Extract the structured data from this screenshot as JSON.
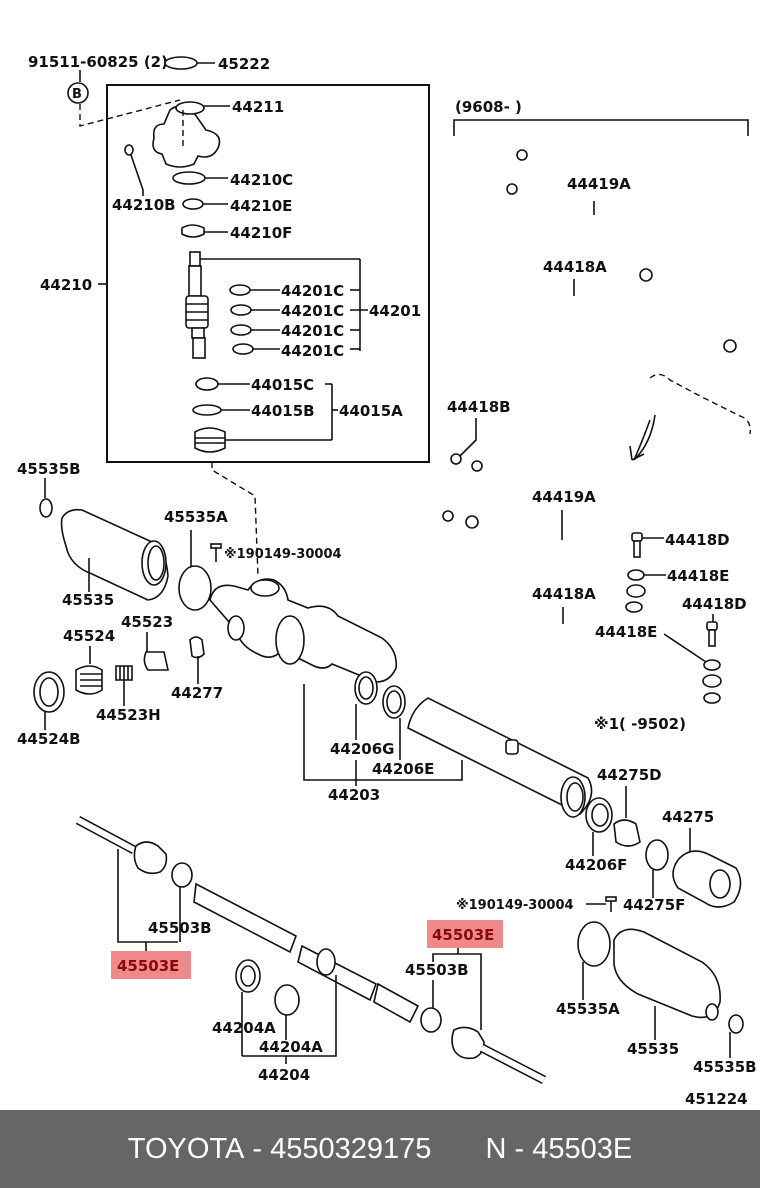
{
  "diagram": {
    "title_ref": "451224",
    "labels": {
      "bolt_ref": "91511-60825 (2)",
      "mark_b": "B",
      "p45222": "45222",
      "p44211": "44211",
      "p44210c": "44210C",
      "p44210b": "44210B",
      "p44210e": "44210E",
      "p44210f": "44210F",
      "p44210": "44210",
      "p44201c_1": "44201C",
      "p44201c_2": "44201C",
      "p44201c_3": "44201C",
      "p44201c_4": "44201C",
      "p44201": "44201",
      "p44015c": "44015C",
      "p44015b": "44015B",
      "p44015a": "44015A",
      "date_range_top": "(9608-        )",
      "p44419a_top": "44419A",
      "p44418a_top": "44418A",
      "p44418b": "44418B",
      "p44419a": "44419A",
      "p44418d_1": "44418D",
      "p44418e_1": "44418E",
      "p44418a": "44418A",
      "p44418d_2": "44418D",
      "p44418e_2": "44418E",
      "date_range_note": "※1(      -9502)",
      "p45535b_left": "45535B",
      "p45535a_left": "45535A",
      "screw_ref_1": "※190149-30004",
      "p45535_left": "45535",
      "p45524": "45524",
      "p45523": "45523",
      "p44277": "44277",
      "p44524b": "44524B",
      "p44523h": "44523H",
      "p44206g": "44206G",
      "p44206e": "44206E",
      "p44203": "44203",
      "p44275d": "44275D",
      "p44275": "44275",
      "p44206f": "44206F",
      "screw_ref_2": "※190149-30004",
      "p44275f": "44275F",
      "p45503b_left": "45503B",
      "p45503e_left": "45503E",
      "p45503e_right": "45503E",
      "p45503b_right": "45503B",
      "p44204a_1": "44204A",
      "p44204a_2": "44204A",
      "p44204": "44204",
      "p45535a_right": "45535A",
      "p45535_right": "45535",
      "p45535b_right": "45535B"
    },
    "highlighted_part": "45503E",
    "highlight_color": "#f08a8a",
    "highlight_text_color": "#8a0a0a"
  },
  "footer": {
    "brand": "TOYOTA",
    "part_number": "4550329175",
    "prefix_n": "N",
    "position_code": "45503E",
    "dash": "-",
    "background": "#666666"
  }
}
